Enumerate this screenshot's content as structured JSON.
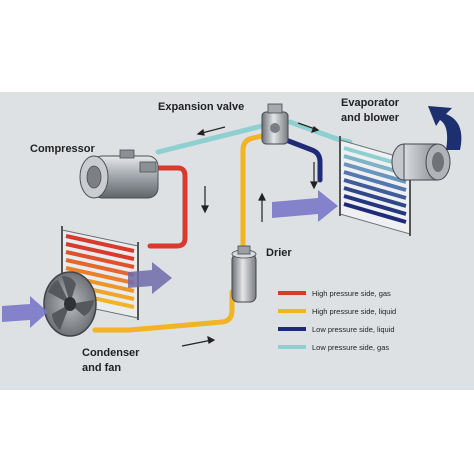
{
  "labels": {
    "expansion_valve": "Expansion valve",
    "evaporator_line1": "Evaporator",
    "evaporator_line2": "and blower",
    "compressor": "Compressor",
    "drier": "Drier",
    "condenser_line1": "Condenser",
    "condenser_line2": "and fan"
  },
  "legend": [
    {
      "label": "High pressure side, gas",
      "color": "#d93a2b"
    },
    {
      "label": "High pressure side, liquid",
      "color": "#f2b324"
    },
    {
      "label": "Low pressure side, liquid",
      "color": "#1f2a78"
    },
    {
      "label": "Low pressure side, gas",
      "color": "#8ecfd0"
    }
  ],
  "colors": {
    "background_panel": "#dde1e4",
    "air_arrow": "#7a78c8",
    "outlet_arrow": "#1c2f6e",
    "metal": "#9a9ea3"
  }
}
